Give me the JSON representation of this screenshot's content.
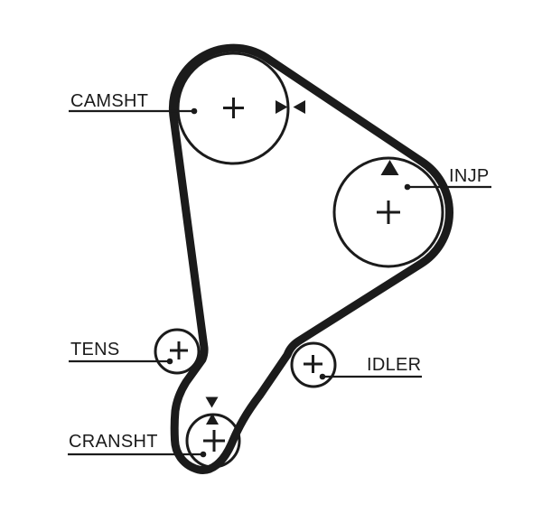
{
  "diagram": {
    "kind": "timing-belt-routing",
    "colors": {
      "ink": "#1b1b1b",
      "paper": "#ffffff"
    },
    "pulleys": [
      {
        "id": "camshaft",
        "label": "CAMSHT"
      },
      {
        "id": "injection-pump",
        "label": "INJP"
      },
      {
        "id": "tensioner",
        "label": "TENS"
      },
      {
        "id": "idler",
        "label": "IDLER"
      },
      {
        "id": "crankshaft",
        "label": "CRANSHT"
      }
    ]
  }
}
